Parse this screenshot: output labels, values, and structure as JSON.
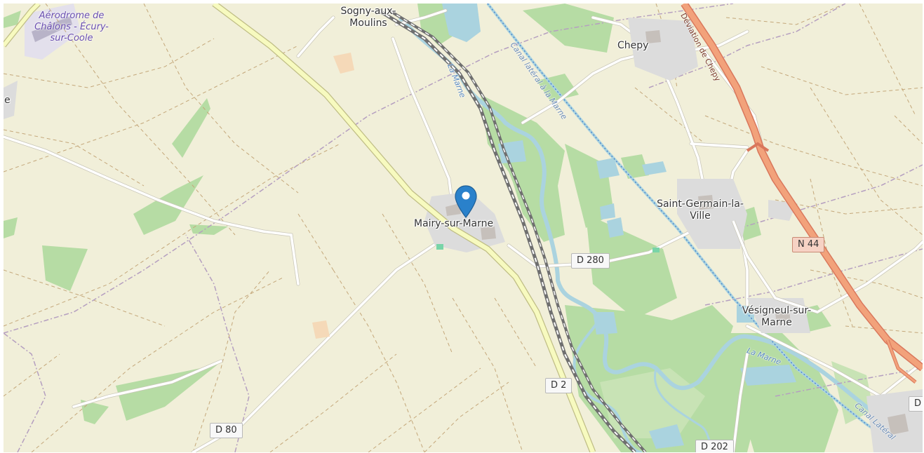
{
  "map": {
    "marker": {
      "label": "Mairy-sur-Marne",
      "color": "#2a81cb"
    },
    "places": [
      {
        "id": "sogny",
        "text": "Sogny-aux-Moulins"
      },
      {
        "id": "chepy",
        "text": "Chepy"
      },
      {
        "id": "mairy",
        "text": "Mairy-sur-Marne"
      },
      {
        "id": "saint-germain",
        "text": "Saint-Germain-la-Ville"
      },
      {
        "id": "vesigneul",
        "text": "Vésigneul-sur-Marne"
      },
      {
        "id": "edge-e",
        "text": "e"
      }
    ],
    "aerodrome": "Aérodrome de Châlons - Écury-sur-Coole",
    "roads": {
      "d80": "D 80",
      "d2": "D 2",
      "d280": "D 280",
      "d202": "D 202",
      "n44": "N 44",
      "d_edge": "D",
      "chepy_bypass": "Déviation de Chepy"
    },
    "water": {
      "la_marne_1": "La Marne",
      "la_marne_2": "La Marne",
      "canal_1": "Canal latéral à la Marne",
      "canal_2": "Canal Latéral"
    },
    "colors": {
      "land": "#f1efd9",
      "woods": "#addd9e",
      "water": "#aad3df",
      "trunk": "#f2a27b",
      "secondary": "#f6f9be",
      "rail": "#707070"
    }
  }
}
